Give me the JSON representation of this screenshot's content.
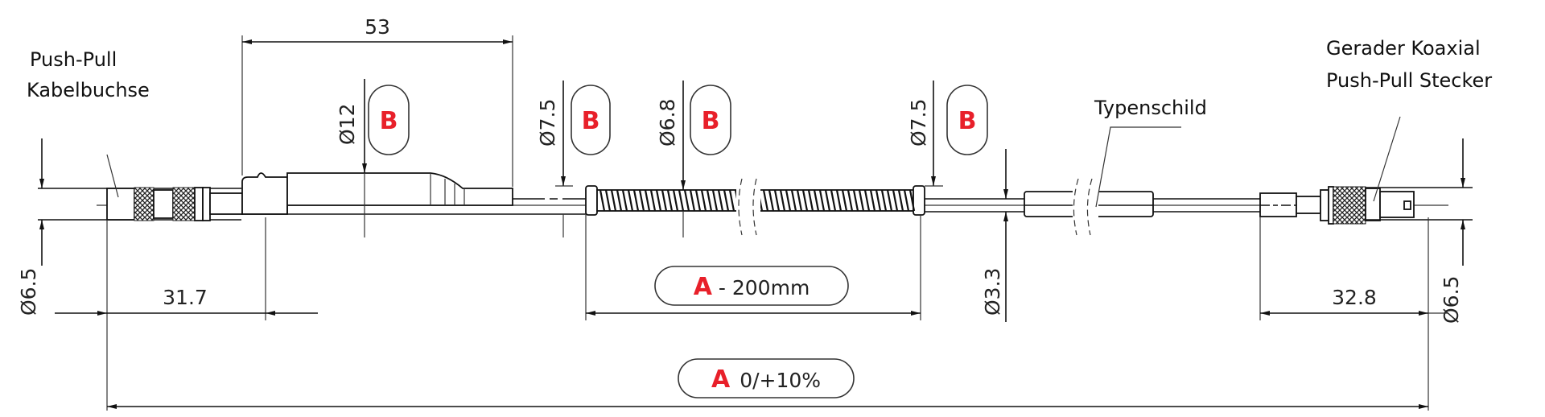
{
  "labels": {
    "left_connector": [
      "Push-Pull",
      "Kabelbuchse"
    ],
    "right_connector": [
      "Gerader Koaxial",
      "Push-Pull Stecker"
    ],
    "type_plate": "Typenschild"
  },
  "dimensions": {
    "boot_length": "53",
    "left_connector_length": "31.7",
    "right_connector_length": "32.8",
    "left_diameter": "Ø6.5",
    "right_diameter": "Ø6.5",
    "boot_diameter": "Ø12",
    "sleeve_diameter_1": "Ø7.5",
    "spring_diameter": "Ø6.8",
    "sleeve_diameter_2": "Ø7.5",
    "cable_diameter": "Ø3.3",
    "spring_length": {
      "letter": "A",
      "text": "- 200mm"
    },
    "total_length": {
      "letter": "A",
      "text": "0/+10%"
    }
  },
  "badges": {
    "boot": "B",
    "sleeve_1": "B",
    "spring": "B",
    "sleeve_2": "B"
  },
  "colors": {
    "accent": "#e8202a",
    "line": "#111111"
  }
}
